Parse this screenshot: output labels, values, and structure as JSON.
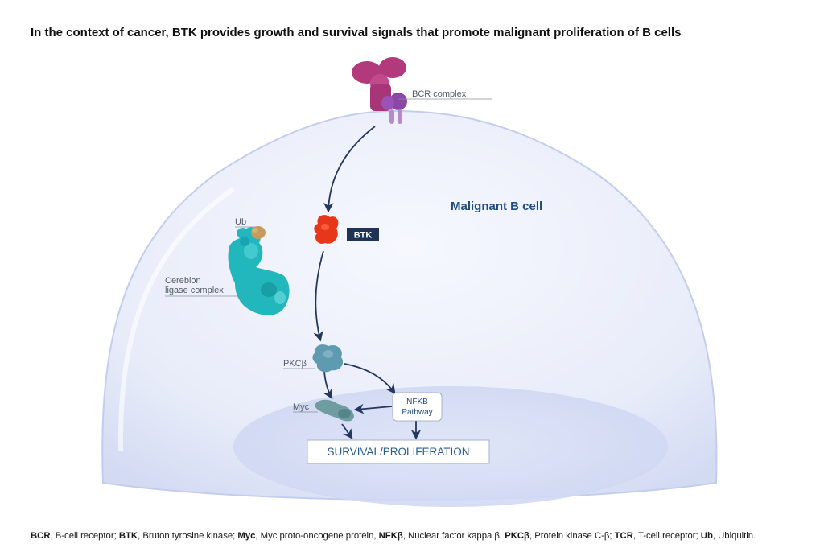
{
  "title": "In the context of cancer, BTK provides growth and survival signals that promote malignant proliferation of B cells",
  "labels": {
    "bcr": "BCR complex",
    "cell": "Malignant B cell",
    "btk": "BTK",
    "ub": "Ub",
    "cereblon_line1": "Cereblon",
    "cereblon_line2": "ligase complex",
    "pkcb": "PKCβ",
    "myc": "Myc",
    "nfkb_line1": "NFKB",
    "nfkb_line2": "Pathway",
    "survival": "SURVIVAL/PROLIFERATION"
  },
  "footnote": [
    {
      "abbr": "BCR",
      "text": ", B-cell receptor; "
    },
    {
      "abbr": "BTK",
      "text": ", Bruton tyrosine kinase; "
    },
    {
      "abbr": "Myc",
      "text": ", Myc proto-oncogene protein, "
    },
    {
      "abbr": "NFKβ",
      "text": ", Nuclear factor kappa β; "
    },
    {
      "abbr": "PKCβ",
      "text": ", Protein kinase C-β; "
    },
    {
      "abbr": "TCR",
      "text": ", T-cell receptor; "
    },
    {
      "abbr": "Ub",
      "text": ", Ubiquitin."
    }
  ],
  "colors": {
    "cell_fill": "#e9edf9",
    "cell_edge": "#b8c5ea",
    "arrow": "#24375f",
    "btk": "#e8361b",
    "btk_label_bg": "#1f3356",
    "bcr": "#b23a7c",
    "bcr_accent": "#8b46a8",
    "cereblon": "#22b6bd",
    "ub": "#c89a5c",
    "pkcb": "#5f9bb0",
    "myc": "#6e9ca0"
  }
}
